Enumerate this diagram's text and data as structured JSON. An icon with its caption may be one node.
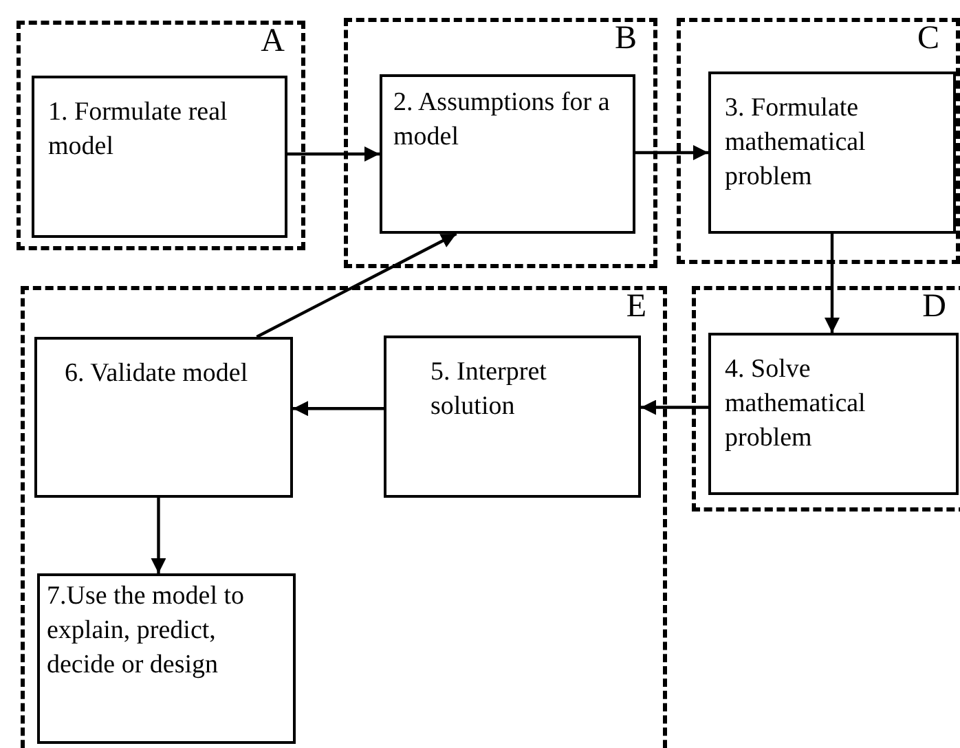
{
  "diagram": {
    "nodes": [
      {
        "text": [
          "A"
        ]
      },
      {
        "text": [
          "1. Formulate real model"
        ],
        "in": 0
      },
      {
        "text": [
          "B"
        ]
      },
      {
        "text": [
          "2. Assumptions for a model"
        ],
        "in": 2
      },
      {
        "text": [
          "C"
        ]
      },
      {
        "text": [
          "3. Formulate mathematical problem"
        ],
        "in": 4
      },
      {
        "text": [
          "E"
        ]
      },
      {
        "text": [
          "6. Validate model"
        ],
        "in": 6
      },
      {
        "text": [
          "5. Interpret solution"
        ],
        "in": 6
      },
      {
        "text": [
          "7.Use the model to explain, predict, decide or design"
        ],
        "in": 6
      },
      {
        "text": [
          "D"
        ]
      },
      {
        "text": [
          "4. Solve mathematical problem"
        ],
        "in": 10
      }
    ],
    "edges": [
      {
        "from": 1,
        "to": 3,
        "arrow": "to"
      },
      {
        "from": 3,
        "to": 5,
        "arrow": "to"
      },
      {
        "from": 5,
        "to": 11,
        "arrow": "to"
      },
      {
        "from": 11,
        "to": 8,
        "arrow": "to"
      },
      {
        "from": 8,
        "to": 7,
        "arrow": "to"
      },
      {
        "from": 7,
        "to": 3,
        "arrow": "to"
      },
      {
        "from": 7,
        "to": 9,
        "arrow": "to"
      }
    ]
  }
}
